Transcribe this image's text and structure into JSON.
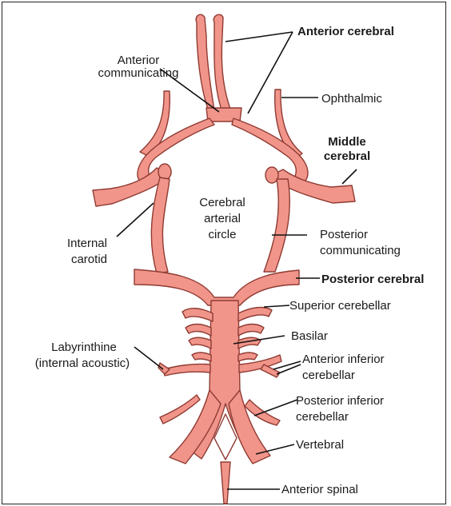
{
  "labels": {
    "anterior_cerebral": "Anterior cerebral",
    "anterior_communicating_1": "Anterior",
    "anterior_communicating_2": "communicating",
    "ophthalmic": "Ophthalmic",
    "middle_cerebral_1": "Middle",
    "middle_cerebral_2": "cerebral",
    "cerebral_arterial_circle_1": "Cerebral",
    "cerebral_arterial_circle_2": "arterial",
    "cerebral_arterial_circle_3": "circle",
    "internal_carotid_1": "Internal",
    "internal_carotid_2": "carotid",
    "posterior_communicating_1": "Posterior",
    "posterior_communicating_2": "communicating",
    "posterior_cerebral": "Posterior cerebral",
    "superior_cerebellar": "Superior cerebellar",
    "basilar": "Basilar",
    "labyrinthine_1": "Labyrinthine",
    "labyrinthine_2": "(internal acoustic)",
    "anterior_inferior_cerebellar_1": "Anterior inferior",
    "anterior_inferior_cerebellar_2": "cerebellar",
    "posterior_inferior_cerebellar_1": "Posterior inferior",
    "posterior_inferior_cerebellar_2": "cerebellar",
    "vertebral": "Vertebral",
    "anterior_spinal": "Anterior spinal"
  },
  "colors": {
    "artery_fill": "#f1958a",
    "artery_outline": "#8f3b33",
    "leader_line": "#111111"
  }
}
